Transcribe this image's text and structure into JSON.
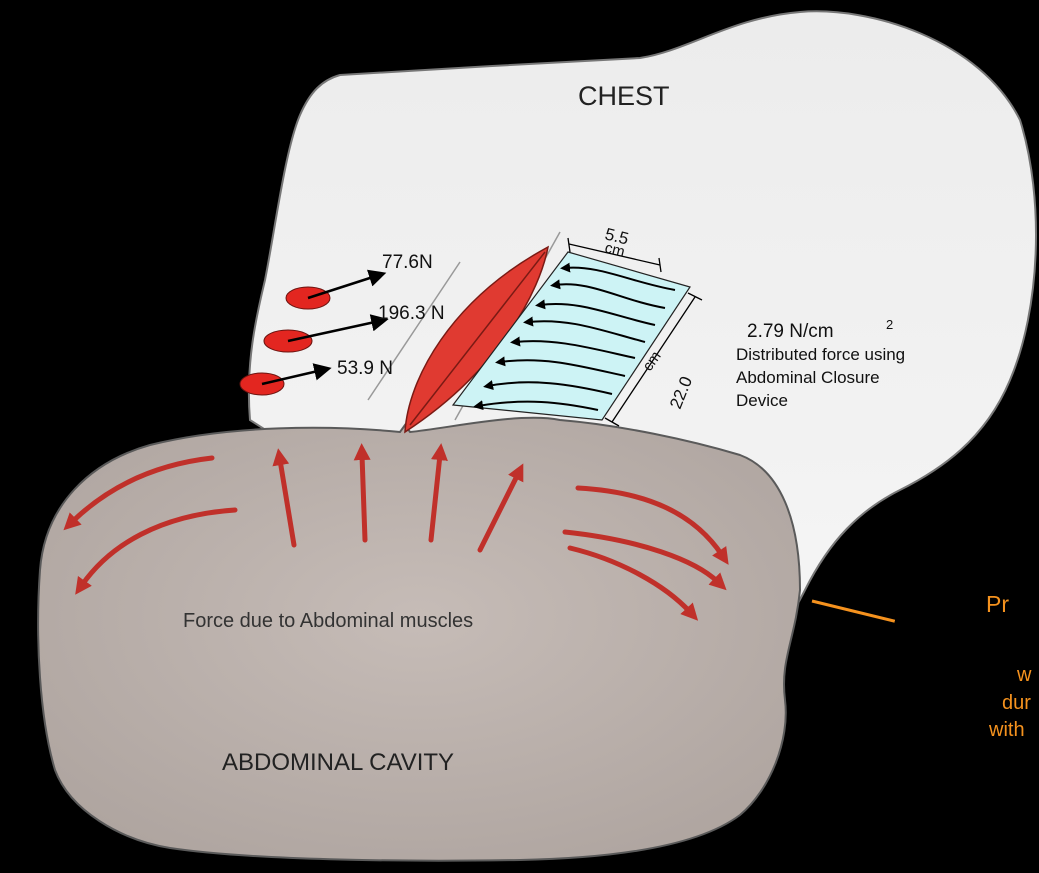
{
  "labels": {
    "chest": "CHEST",
    "abdominal_cavity": "ABDOMINAL CAVITY",
    "force_muscles": "Force due to Abdominal muscles",
    "force_1": "77.6N",
    "force_2": "196.3 N",
    "force_3": "53.9  N",
    "width_value": "5.5",
    "width_unit": "cm",
    "length_value": "22.0",
    "length_unit": "cm",
    "pressure_value": "2.79 N/cm",
    "pressure_exp": "2",
    "device_line1": "Distributed force using",
    "device_line2": "Abdominal Closure",
    "device_line3": "Device"
  },
  "side_text": {
    "line1": "Pr",
    "line2": "w",
    "line3": "dur",
    "line4": "with"
  },
  "colors": {
    "background": "#000000",
    "chest": "#f2f2f2",
    "abdomen": "#bdb3ae",
    "muscle_arrows": "#c0302a",
    "red_ellipses": "#e32620",
    "device_fill": "#cdf3f5",
    "annotation": "#f5921e"
  }
}
